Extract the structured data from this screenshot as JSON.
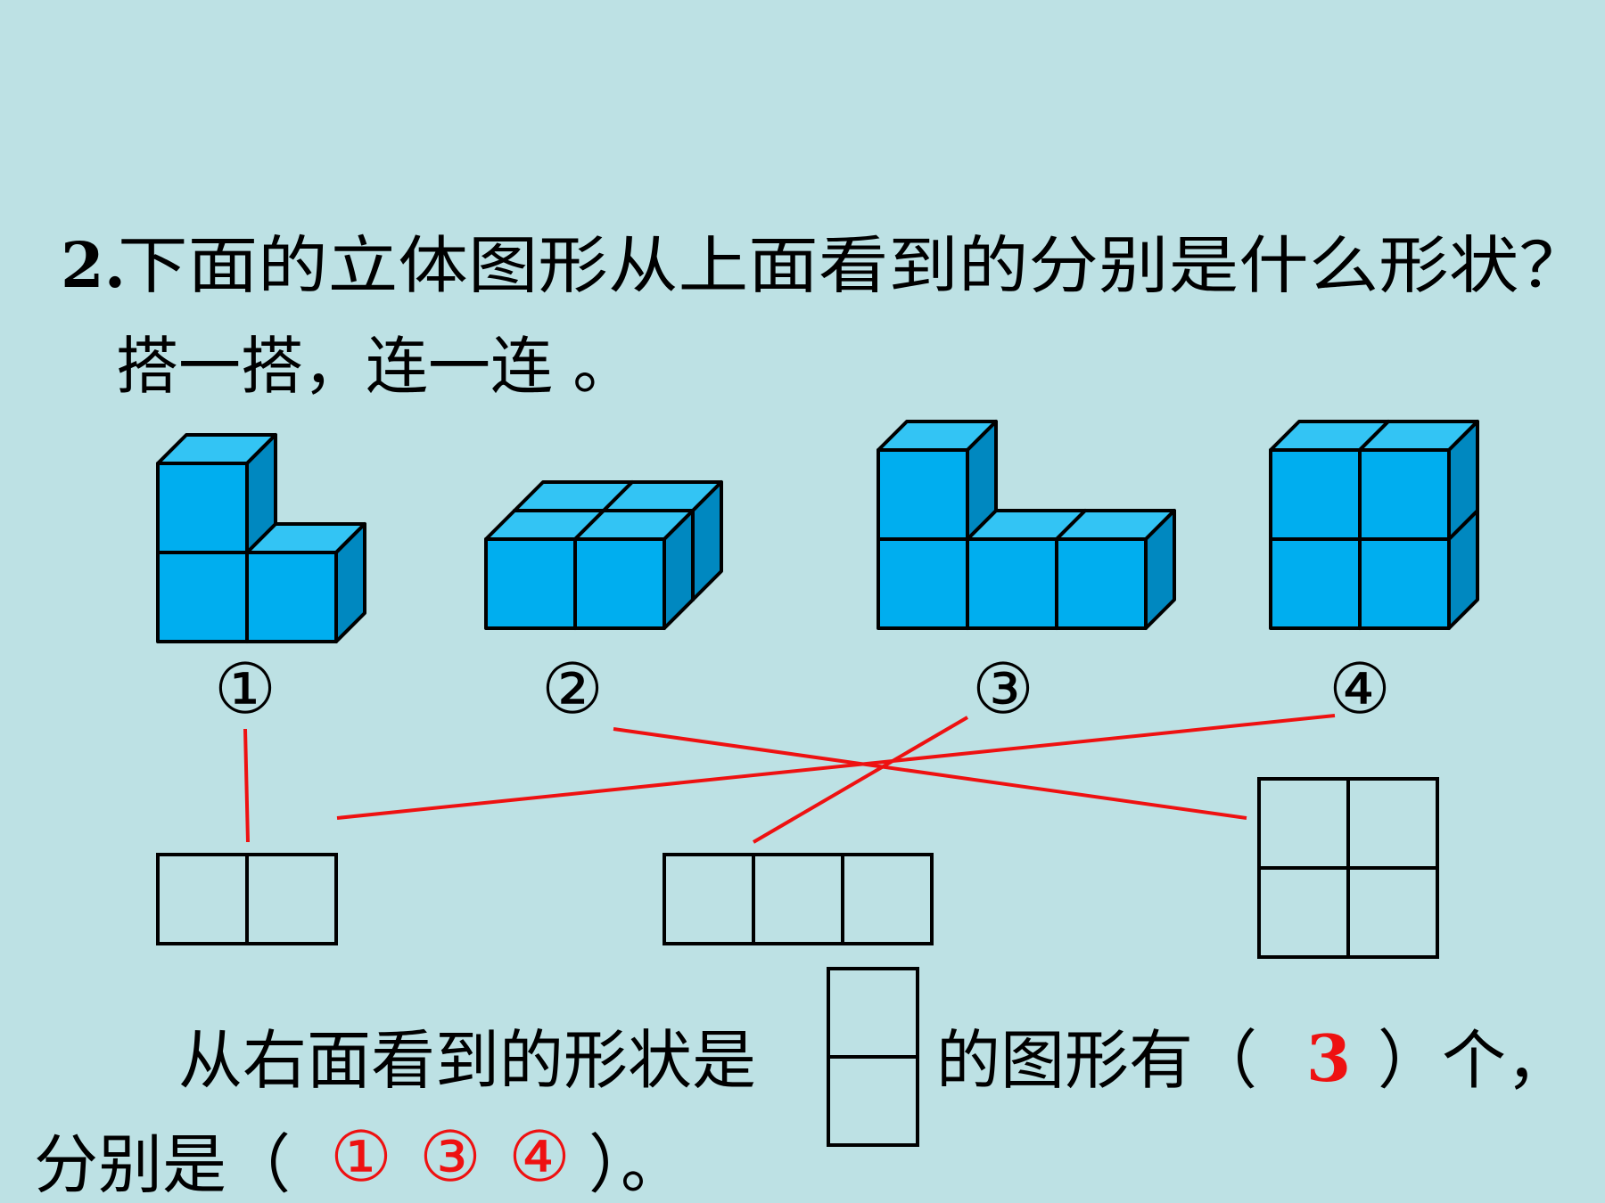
{
  "question": {
    "number": "2.",
    "line1": "下面的立体图形从上面看到的分别是什么形状？",
    "line2": "搭一搭，连一连 。"
  },
  "figures": [
    {
      "label": "①",
      "name": "figure-1"
    },
    {
      "label": "②",
      "name": "figure-2"
    },
    {
      "label": "③",
      "name": "figure-3"
    },
    {
      "label": "④",
      "name": "figure-4"
    }
  ],
  "views": [
    {
      "name": "view-two-squares",
      "cols": 2,
      "rows": 1
    },
    {
      "name": "view-three-squares",
      "cols": 3,
      "rows": 1
    },
    {
      "name": "view-four-squares",
      "cols": 2,
      "rows": 2
    }
  ],
  "connections": [
    {
      "from": "①",
      "to": "view-two-squares"
    },
    {
      "from": "②",
      "to": "view-four-squares"
    },
    {
      "from": "③",
      "to": "view-three-squares"
    },
    {
      "from": "④",
      "to": "view-two-squares"
    }
  ],
  "bottom": {
    "part1": "从右面看到的形状是",
    "part2": "的图形有（",
    "count_answer": "3",
    "part3": "）个，",
    "line2_prefix": "分别是（",
    "answers": [
      "①",
      "③",
      "④"
    ],
    "line2_suffix": "）。"
  },
  "colors": {
    "background": "#bde1e4",
    "cube_front": "#00aeef",
    "cube_top": "#33c4f4",
    "cube_side": "#0088c0",
    "answer_red": "#ee1111"
  }
}
